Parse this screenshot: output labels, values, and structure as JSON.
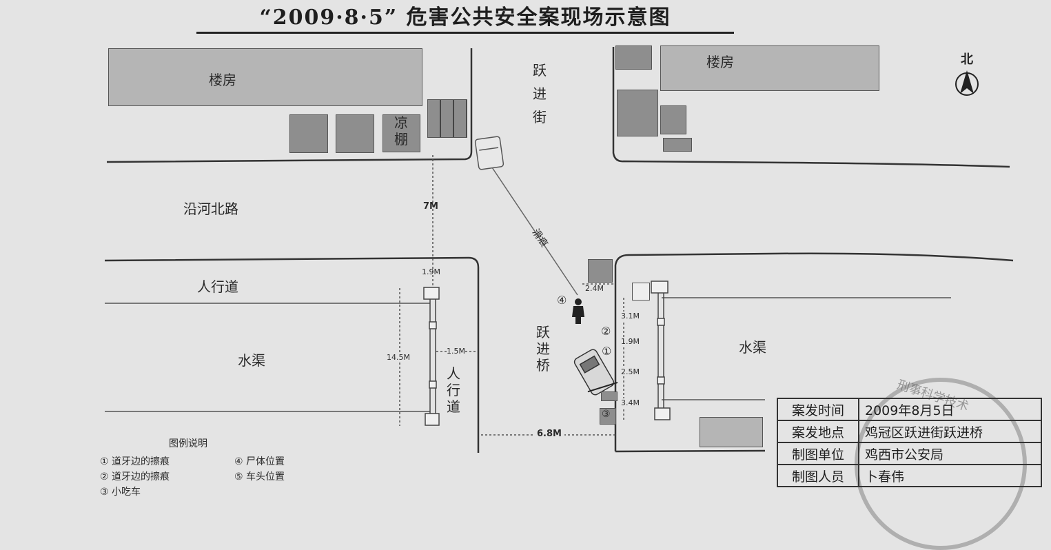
{
  "title": "“2009·8·5” 危害公共安全案现场示意图",
  "labels": {
    "building_left": "楼房",
    "building_right": "楼房",
    "shed": [
      "凉",
      "棚"
    ],
    "street": [
      "跃",
      "进",
      "街"
    ],
    "road": "沿河北路",
    "sidewalk_top": "人行道",
    "sidewalk_side": [
      "人",
      "行",
      "道"
    ],
    "canal_left": "水渠",
    "canal_right": "水渠",
    "bridge": [
      "跃",
      "进",
      "桥"
    ],
    "north": "北",
    "skid_mark": "滑痕"
  },
  "dimensions": {
    "road_width": "7M",
    "d1": "1.9M",
    "d2": "14.5M",
    "d3": "1.5M",
    "d4": "2.4M",
    "d5": "3.1M",
    "d6": "1.9M",
    "d7": "2.5M",
    "d8": "3.4M",
    "bridge_width": "6.8M"
  },
  "markers": {
    "m1": "①",
    "m2": "②",
    "m3": "③",
    "m4": "④"
  },
  "legend": {
    "heading": "图例说明",
    "items": [
      "① 道牙边的擦痕",
      "④ 尸体位置",
      "② 道牙边的擦痕",
      "⑤ 车头位置",
      "③ 小吃车"
    ]
  },
  "info_table": [
    {
      "key": "案发时间",
      "value": "2009年8月5日"
    },
    {
      "key": "案发地点",
      "value": "鸡冠区跃进街跃进桥"
    },
    {
      "key": "制图单位",
      "value": "鸡西市公安局"
    },
    {
      "key": "制图人员",
      "value": "卜春伟"
    }
  ],
  "seal_text": "刑事科学技术"
}
